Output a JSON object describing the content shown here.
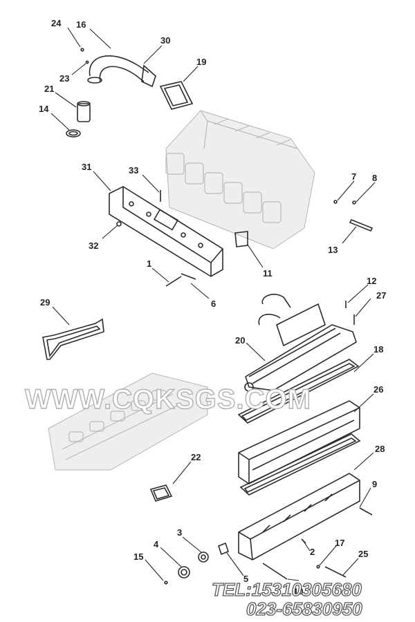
{
  "callouts": [
    "24",
    "16",
    "30",
    "23",
    "19",
    "21",
    "14",
    "31",
    "33",
    "7",
    "8",
    "32",
    "13",
    "1",
    "11",
    "6",
    "12",
    "27",
    "29",
    "20",
    "18",
    "26",
    "22",
    "28",
    "9",
    "3",
    "4",
    "2",
    "17",
    "15",
    "5",
    "25",
    "10"
  ],
  "watermark": {
    "site": "WWW.CQKSGS.COM",
    "tel": "TEL:15310305680",
    "phone2": "023-65830950"
  },
  "colors": {
    "line": "#2a2a2a",
    "ghost": "#b9b9b9",
    "watermark_stroke": "#b0b0b0"
  }
}
